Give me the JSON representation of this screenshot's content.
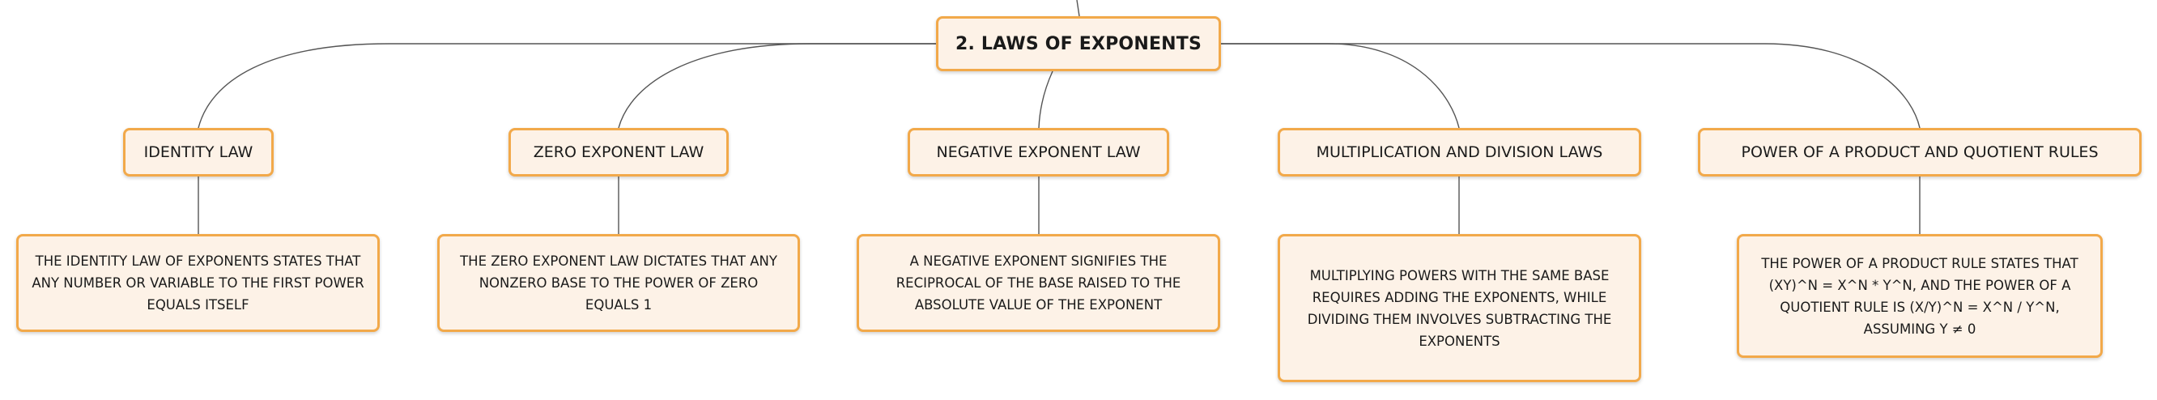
{
  "root": {
    "label": "2. LAWS OF EXPONENTS"
  },
  "topics": [
    {
      "label": "IDENTITY LAW"
    },
    {
      "label": "ZERO EXPONENT LAW"
    },
    {
      "label": "NEGATIVE EXPONENT LAW"
    },
    {
      "label": "MULTIPLICATION AND DIVISION LAWS"
    },
    {
      "label": "POWER OF A PRODUCT AND QUOTIENT RULES"
    }
  ],
  "details": [
    {
      "text": "THE IDENTITY LAW OF EXPONENTS STATES THAT ANY NUMBER OR VARIABLE TO THE FIRST POWER EQUALS ITSELF"
    },
    {
      "text": "THE ZERO EXPONENT LAW DICTATES THAT ANY NONZERO BASE TO THE POWER OF ZERO EQUALS 1"
    },
    {
      "text": "A NEGATIVE EXPONENT SIGNIFIES THE RECIPROCAL OF THE BASE RAISED TO THE ABSOLUTE VALUE OF THE EXPONENT"
    },
    {
      "text": "MULTIPLYING POWERS WITH THE SAME BASE REQUIRES ADDING THE EXPONENTS, WHILE DIVIDING THEM INVOLVES SUBTRACTING THE EXPONENTS"
    },
    {
      "text": "THE POWER OF A PRODUCT RULE STATES THAT (XY)^N = X^N * Y^N, AND THE POWER OF A QUOTIENT RULE IS (X/Y)^N = X^N / Y^N, ASSUMING Y ≠ 0"
    }
  ],
  "colors": {
    "node_fill": "#fdf2e7",
    "node_border": "#f2a94a",
    "connector": "#555555"
  }
}
